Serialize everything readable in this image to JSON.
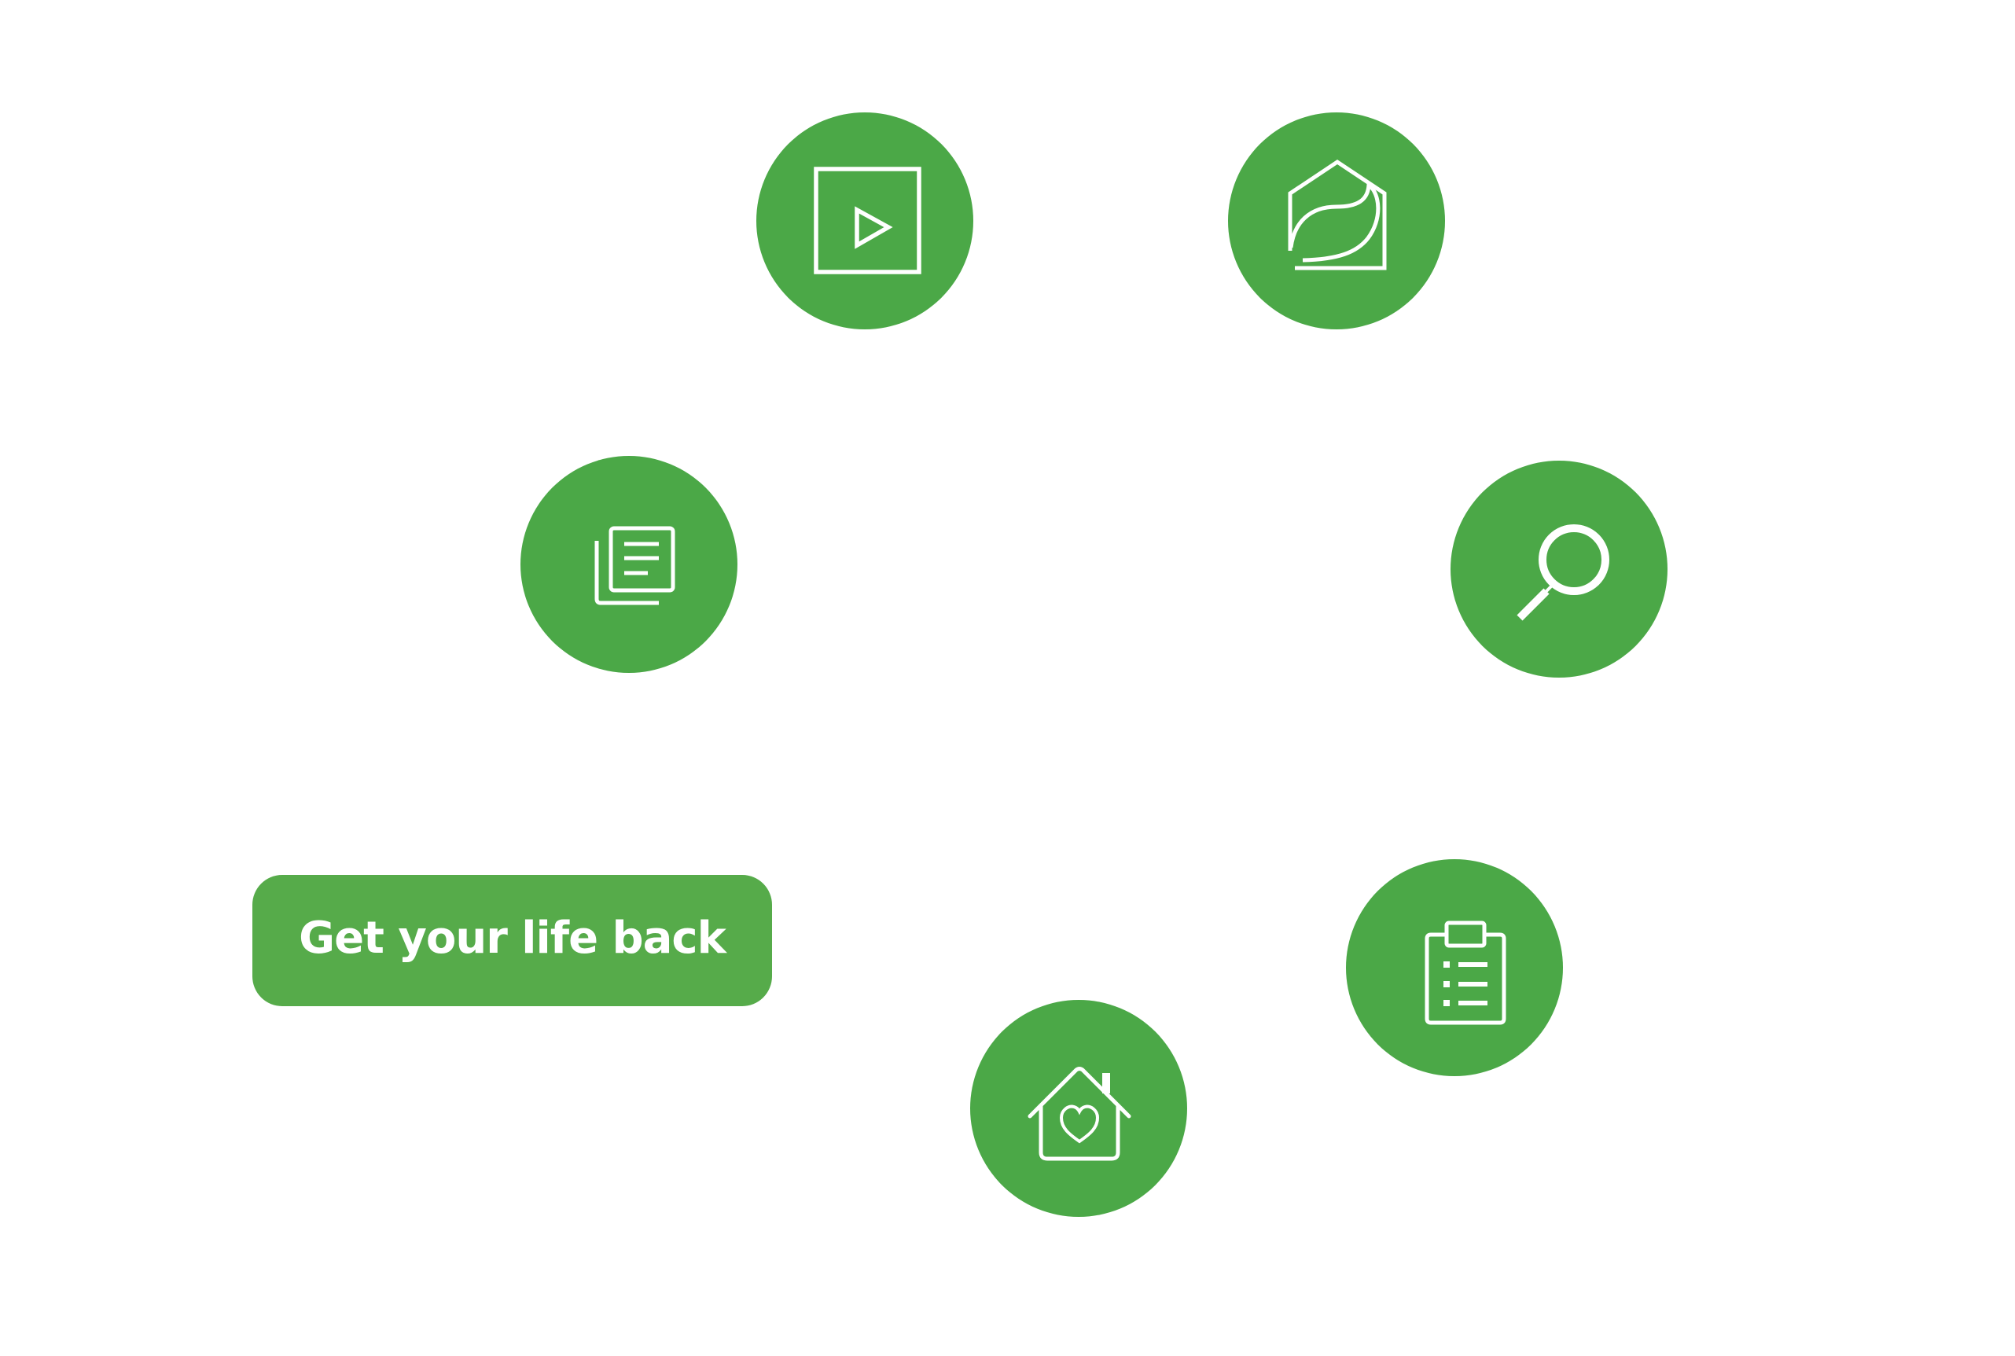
{
  "colors": {
    "circle_fill": "#4ba847",
    "button_fill": "#56ab4a",
    "icon_stroke": "#ffffff",
    "background": "#ffffff"
  },
  "icons": [
    {
      "id": "video",
      "name": "video-play-icon"
    },
    {
      "id": "eco",
      "name": "eco-house-leaf-icon"
    },
    {
      "id": "docs",
      "name": "documents-icon"
    },
    {
      "id": "search",
      "name": "magnifying-glass-icon"
    },
    {
      "id": "clip",
      "name": "clipboard-checklist-icon"
    },
    {
      "id": "home",
      "name": "home-heart-icon"
    }
  ],
  "cta": {
    "label": "Get your life back"
  }
}
